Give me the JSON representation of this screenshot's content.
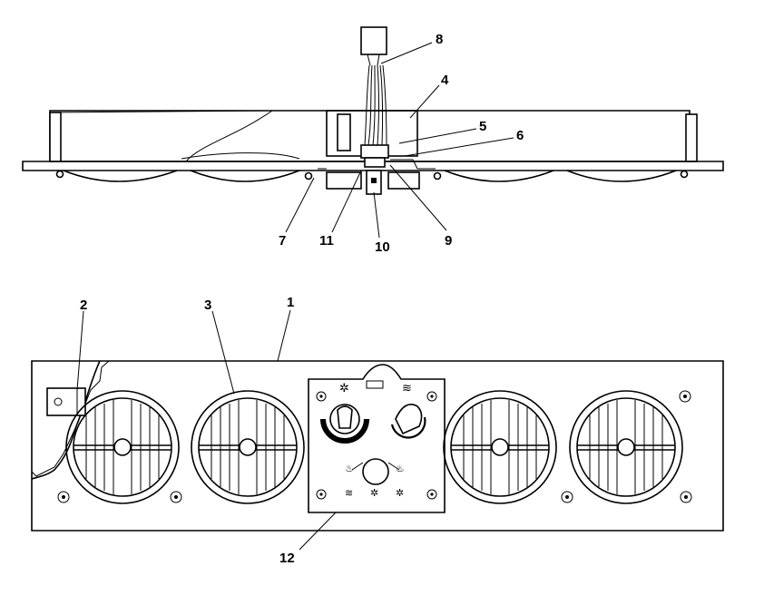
{
  "diagram": {
    "callouts": {
      "c1": "1",
      "c2": "2",
      "c3": "3",
      "c4": "4",
      "c5": "5",
      "c6": "6",
      "c7": "7",
      "c8": "8",
      "c9": "9",
      "c10": "10",
      "c11": "11",
      "c12": "12"
    },
    "icons": {
      "fan_symbol": "✲",
      "heat_symbol": "≋",
      "defrost_symbol": "♨"
    }
  }
}
